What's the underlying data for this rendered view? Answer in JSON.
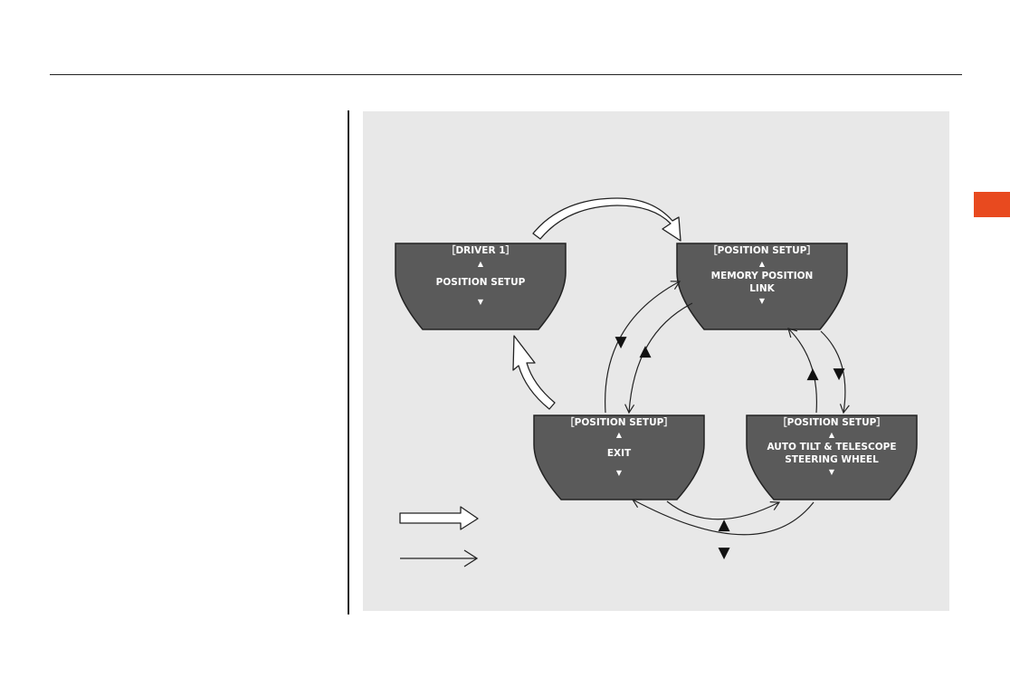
{
  "colors": {
    "accent": "#e84a1f",
    "panel_bg": "#e8e8e8",
    "display_fill": "#5a5a5a",
    "line": "#222222"
  },
  "displays": {
    "driver": {
      "header": "［DRIVER 1］",
      "up": "▲",
      "line1": "POSITION SETUP",
      "line2": "",
      "down": "▼"
    },
    "memory": {
      "header": "［POSITION SETUP］",
      "up": "▲",
      "line1": "MEMORY POSITION",
      "line2": "LINK",
      "down": "▼"
    },
    "exit": {
      "header": "［POSITION SETUP］",
      "up": "▲",
      "line1": "EXIT",
      "line2": "",
      "down": "▼"
    },
    "steering": {
      "header": "［POSITION SETUP］",
      "up": "▲",
      "line1": "AUTO TILT & TELESCOPE",
      "line2": "STEERING WHEEL",
      "down": "▼"
    }
  },
  "arrow_markers": {
    "up": "▲",
    "down": "▼"
  },
  "icons": {
    "hollow_arrow": "hollow-arrow-icon",
    "thin_arrow": "thin-arrow-icon"
  }
}
